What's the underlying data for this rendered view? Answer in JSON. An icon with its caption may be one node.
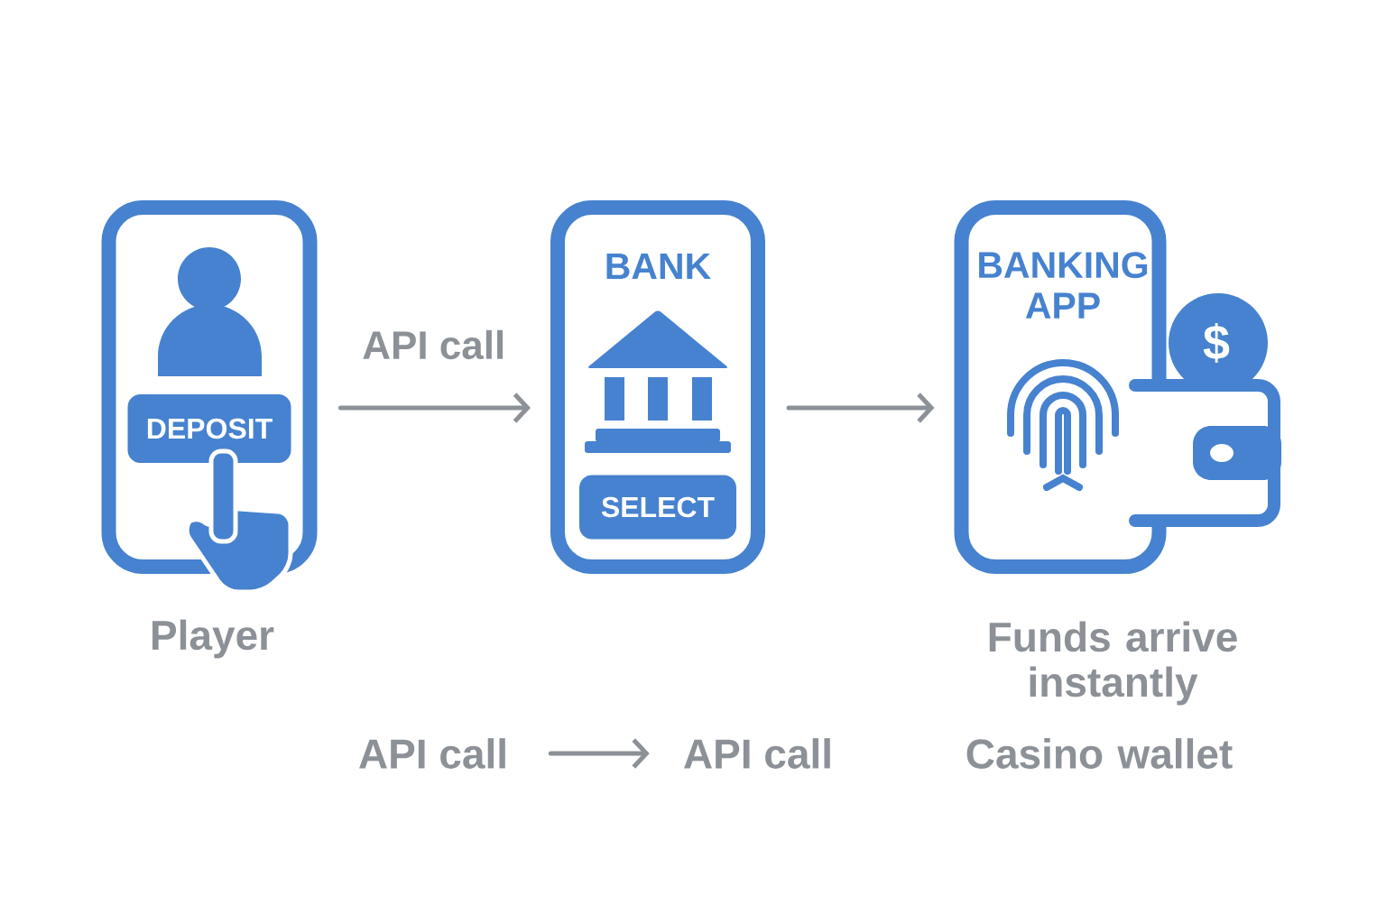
{
  "diagram": {
    "nodes": [
      {
        "text": [],
        "shape": "box"
      },
      {
        "text": [
          "DEPOSIT"
        ],
        "in": 0
      },
      {
        "text": [
          "BANK"
        ]
      },
      {
        "text": [
          "SELECT"
        ],
        "in": 2
      },
      {
        "text": [
          "BANKING APP"
        ]
      },
      {
        "text": [
          "API call"
        ]
      },
      {
        "text": [
          "API call"
        ]
      }
    ],
    "edges": [
      {
        "from": 0,
        "to": 2,
        "arrow": "to",
        "label": "API call"
      },
      {
        "from": 2,
        "to": 4,
        "arrow": "to"
      },
      {
        "from": 5,
        "to": 6,
        "arrow": "to"
      }
    ],
    "labels": [
      "$",
      "Player",
      "Funds arrive instantly",
      "Casino wallet"
    ]
  }
}
